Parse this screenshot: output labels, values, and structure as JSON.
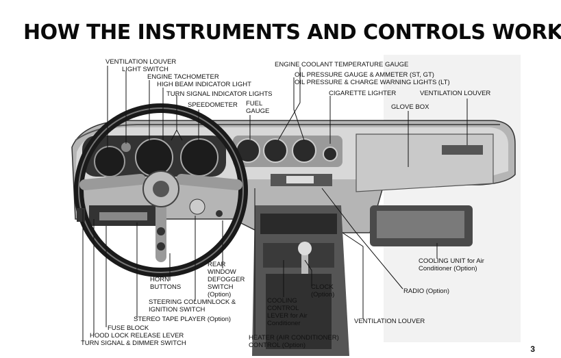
{
  "page": {
    "title": "HOW THE INSTRUMENTS AND CONTROLS WORK",
    "page_number": "3"
  },
  "labels": {
    "ventilation_louver_left": "VENTILATION LOUVER",
    "light_switch": "LIGHT SWITCH",
    "engine_tachometer": "ENGINE TACHOMETER",
    "high_beam_indicator": "HIGH BEAM INDICATOR LIGHT",
    "turn_signal_indicator": "TURN SIGNAL INDICATOR LIGHTS",
    "speedometer": "SPEEDOMETER",
    "fuel_gauge": "FUEL GAUGE",
    "engine_coolant": "ENGINE COOLANT TEMPERATURE GAUGE",
    "oil_pressure_ammeter": "OIL PRESSURE GAUGE & AMMETER (ST, GT)",
    "oil_pressure_warning": "OIL PRESSURE & CHARGE WARNING LIGHTS (LT)",
    "cigarette_lighter": "CIGARETTE LIGHTER",
    "ventilation_louver_right": "VENTILATION LOUVER",
    "glove_box": "GLOVE BOX",
    "cooling_unit": "COOLING UNIT for Air Conditioner (Option)",
    "radio": "RADIO (Option)",
    "ventilation_louver_bottom": "VENTILATION LOUVER",
    "clock": "CLOCK (Option)",
    "cooling_control": "COOLING CONTROL LEVER for Air Conditioner",
    "heater_control": "HEATER (AIR CONDITIONER) CONTROL (Option)",
    "rear_window_defogger": "REAR WINDOW DEFOGGER SWITCH (Option)",
    "horn_buttons": "HORN BUTTONS",
    "steering_column_lock": "STEERING COLUMNLOCK & IGNITION SWITCH",
    "stereo_tape_player": "STEREO TAPE PLAYER (Option)",
    "fuse_block": "FUSE BLOCK",
    "hood_lock": "HOOD LOCK RELEASE LEVER",
    "turn_signal_dimmer": "TURN SIGNAL & DIMMER SWITCH"
  },
  "colors": {
    "ink": "#111111",
    "photo_dark": "#2a2a2a",
    "photo_mid": "#8c8c8c",
    "photo_light": "#cfcfcf"
  }
}
